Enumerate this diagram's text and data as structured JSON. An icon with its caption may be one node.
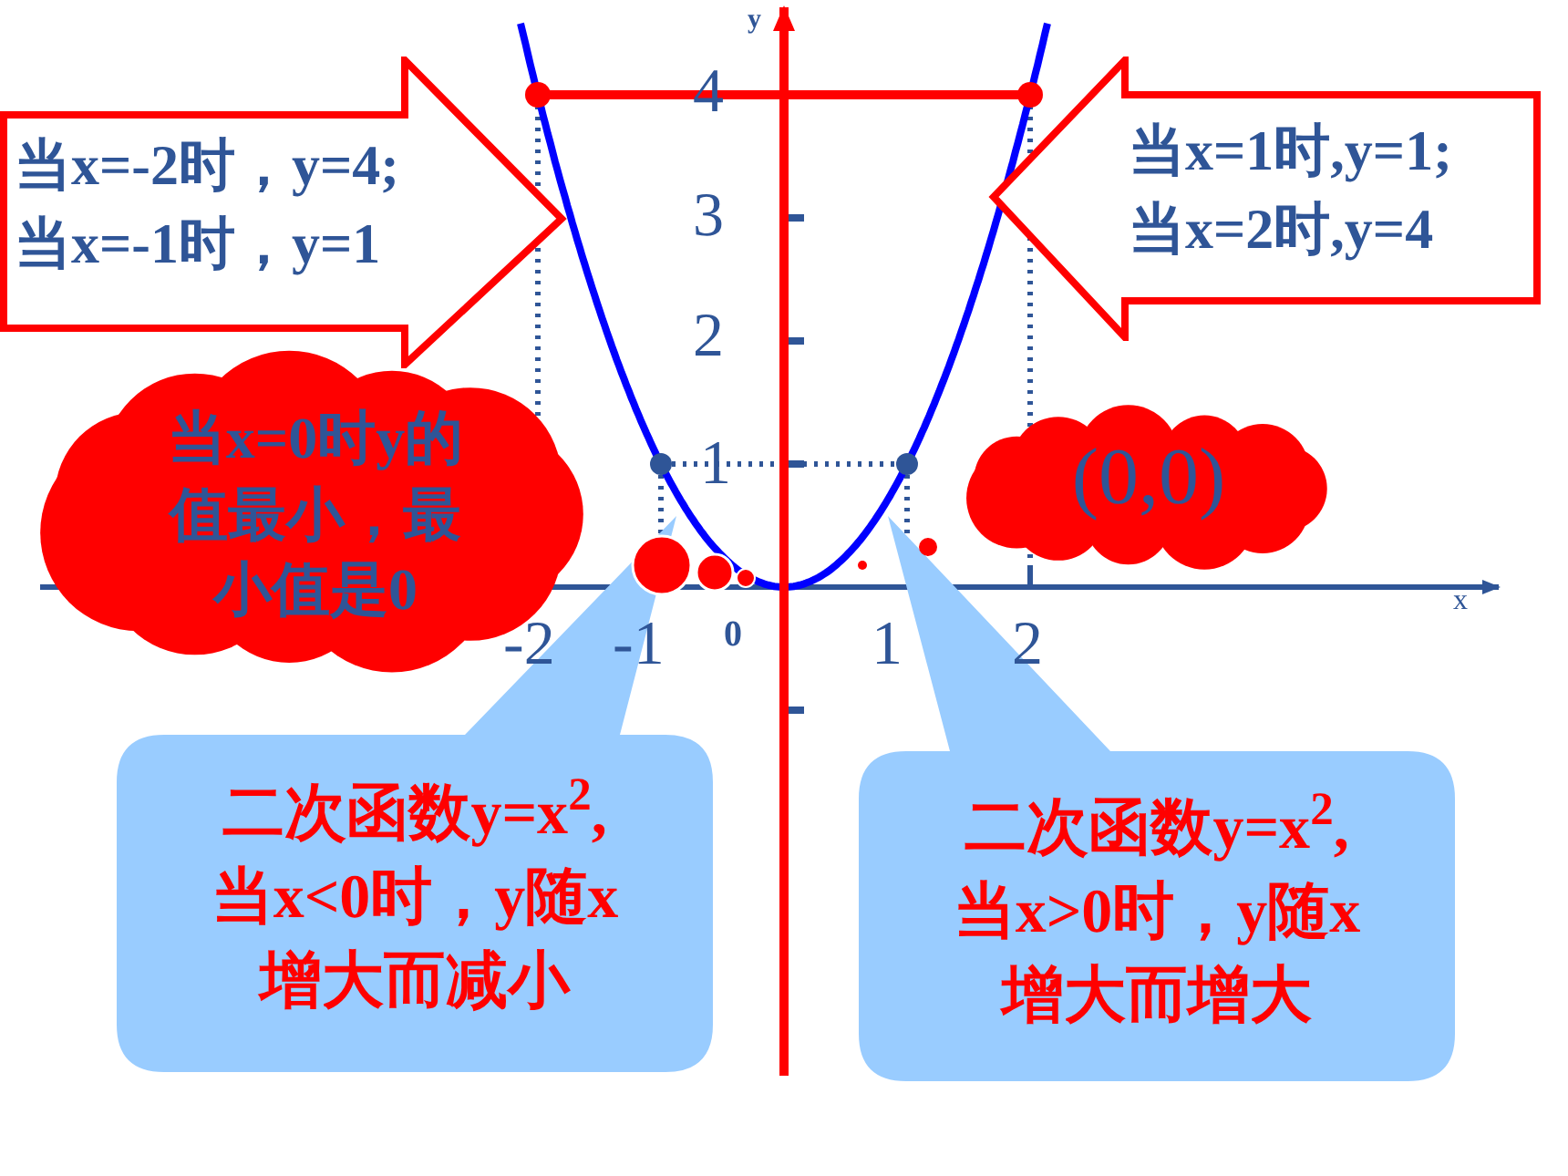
{
  "diagram": {
    "nodes": [
      {
        "text": [
          "当x=-2时，y=4; 当x=-1时，y=1"
        ]
      },
      {
        "text": [
          "当x=1时,y=1; 当x=2时,y=4"
        ]
      },
      {
        "text": [
          "当x=0时y的值最小，最小值是0"
        ]
      },
      {
        "text": [
          "(0,0)"
        ]
      },
      {
        "text": [
          "二次函数y=x$^{2}$,当x<0时，y随x增大而减小"
        ]
      },
      {
        "text": [
          "二次函数y=x$^{2}$,当x>0时，y随x增大而增大"
        ]
      }
    ],
    "labels": [
      "y",
      "4",
      "3",
      "2",
      "1",
      "x",
      "-2",
      "-1",
      "0",
      "1",
      "2"
    ]
  }
}
